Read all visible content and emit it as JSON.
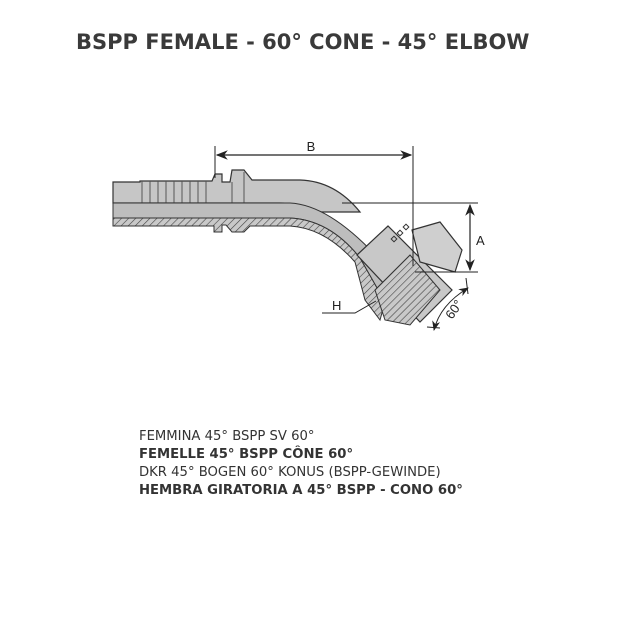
{
  "title": "BSPP FEMALE - 60° CONE - 45° ELBOW",
  "drawing": {
    "dimension_b": "B",
    "dimension_a": "A",
    "dimension_h": "H",
    "angle": "60°"
  },
  "names": [
    {
      "lang": "it",
      "text": "FEMMINA 45°  BSPP SV 60°"
    },
    {
      "lang": "fr",
      "text": "FEMELLE 45°   BSPP CÔNE 60°"
    },
    {
      "lang": "de",
      "text": "DKR 45°  BOGEN 60°  KONUS (BSPP-GEWINDE)"
    },
    {
      "lang": "es",
      "text": "HEMBRA GIRATORIA A 45°  BSPP - CONO 60°"
    }
  ]
}
